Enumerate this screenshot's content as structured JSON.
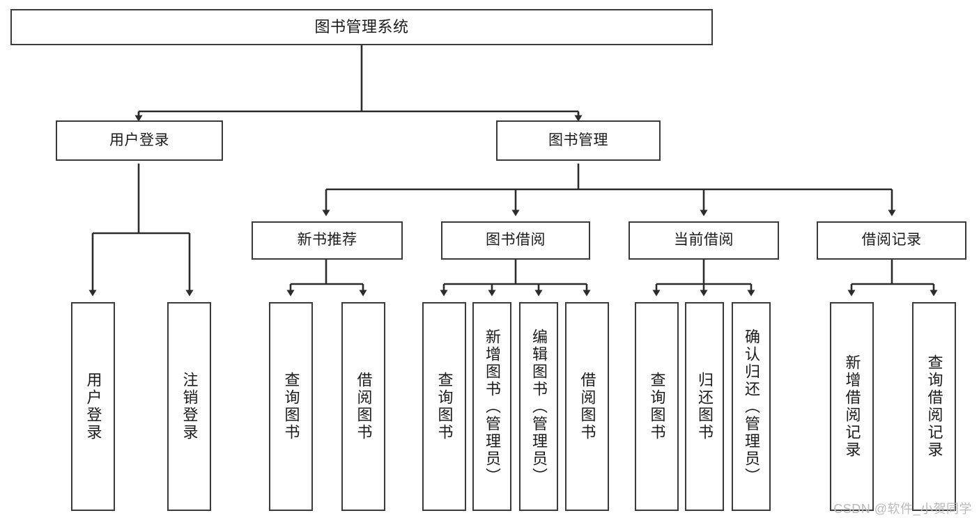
{
  "diagram": {
    "title": "图书管理系统",
    "type": "tree",
    "watermark": "CSDN @软件_小贺同学",
    "colors": {
      "box_border": "#3a3a3a",
      "box_fill": "#ffffff",
      "connector": "#2b2b2b",
      "text": "#1b1b1b",
      "watermark": "#b9b9b9",
      "background": "#ffffff"
    },
    "root": {
      "label": "图书管理系统"
    },
    "level2": [
      {
        "label": "用户登录"
      },
      {
        "label": "图书管理"
      }
    ],
    "level3": [
      {
        "label": "新书推荐"
      },
      {
        "label": "图书借阅"
      },
      {
        "label": "当前借阅"
      },
      {
        "label": "借阅记录"
      }
    ],
    "leaves": {
      "user_login": [
        {
          "label": "用户登录"
        },
        {
          "label": "注销登录"
        }
      ],
      "new_book": [
        {
          "label": "查询图书"
        },
        {
          "label": "借阅图书"
        }
      ],
      "book_borrow": [
        {
          "label": "查询图书"
        },
        {
          "label": "新增图书（管理员）"
        },
        {
          "label": "编辑图书（管理员）"
        },
        {
          "label": "借阅图书"
        }
      ],
      "current_borrow": [
        {
          "label": "查询图书"
        },
        {
          "label": "归还图书"
        },
        {
          "label": "确认归还（管理员）"
        }
      ],
      "borrow_record": [
        {
          "label": "新增借阅记录"
        },
        {
          "label": "查询借阅记录"
        }
      ]
    }
  }
}
